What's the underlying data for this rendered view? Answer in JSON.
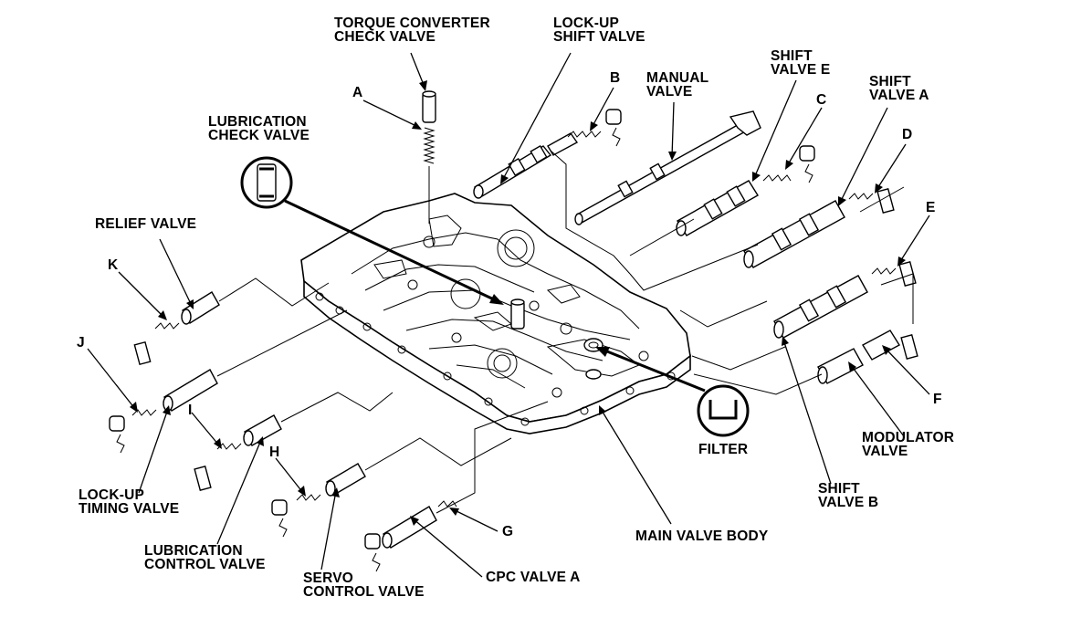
{
  "labels": {
    "torque_converter": [
      "TORQUE CONVERTER",
      "CHECK VALVE"
    ],
    "lockup_shift": [
      "LOCK-UP",
      "SHIFT VALVE"
    ],
    "manual": [
      "MANUAL",
      "VALVE"
    ],
    "shift_e": [
      "SHIFT",
      "VALVE E"
    ],
    "shift_a": [
      "SHIFT",
      "VALVE A"
    ],
    "lubrication_check": [
      "LUBRICATION",
      "CHECK VALVE"
    ],
    "relief": [
      "RELIEF VALVE"
    ],
    "filter": [
      "FILTER"
    ],
    "modulator": [
      "MODULATOR",
      "VALVE"
    ],
    "shift_b": [
      "SHIFT",
      "VALVE B"
    ],
    "main_body": [
      "MAIN VALVE BODY"
    ],
    "lockup_timing": [
      "LOCK-UP",
      "TIMING VALVE"
    ],
    "lubrication_control": [
      "LUBRICATION",
      "CONTROL VALVE"
    ],
    "servo_control": [
      "SERVO",
      "CONTROL VALVE"
    ],
    "cpc_a": [
      "CPC VALVE A"
    ]
  },
  "letters": {
    "A": "A",
    "B": "B",
    "C": "C",
    "D": "D",
    "E": "E",
    "F": "F",
    "G": "G",
    "H": "H",
    "I": "I",
    "J": "J",
    "K": "K"
  }
}
